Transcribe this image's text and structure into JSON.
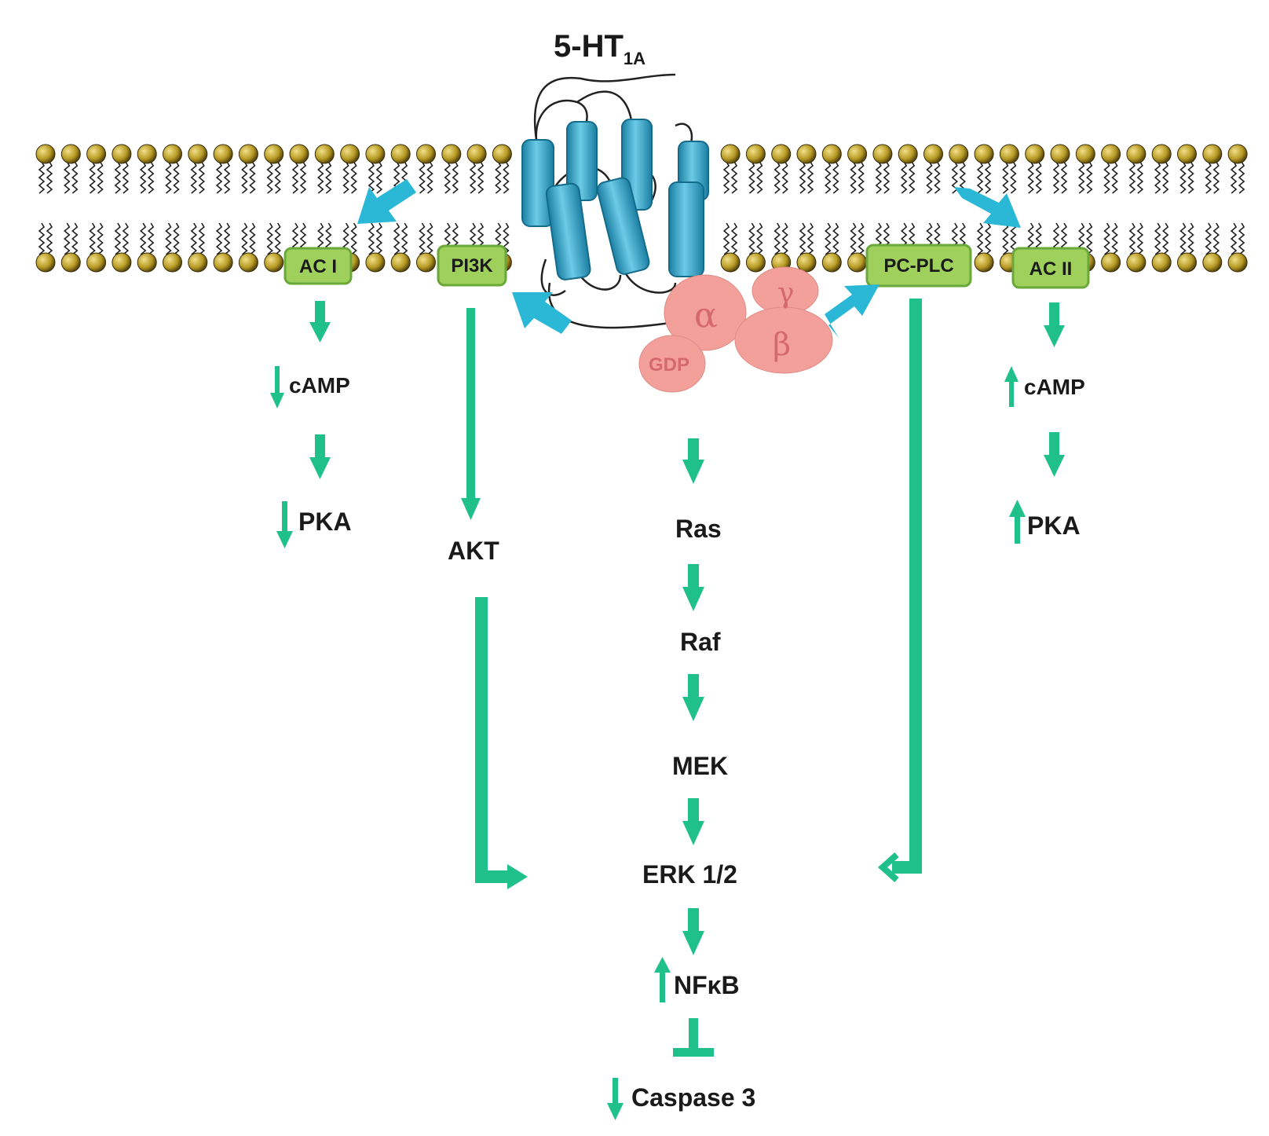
{
  "receptor": {
    "name": "5-HT",
    "subscript": "1A"
  },
  "effectors": {
    "ac1": "AC I",
    "pi3k": "PI3K",
    "pcplc": "PC-PLC",
    "ac2": "AC II"
  },
  "g_protein": {
    "alpha": "α",
    "beta": "β",
    "gamma": "γ",
    "gdp": "GDP"
  },
  "left_pathway": {
    "camp": "cAMP",
    "pka": "PKA",
    "camp_direction": "down",
    "pka_direction": "down"
  },
  "akt_pathway": {
    "akt": "AKT"
  },
  "mapk_pathway": {
    "ras": "Ras",
    "raf": "Raf",
    "mek": "MEK",
    "erk": "ERK 1/2",
    "nfkb": "NFκB",
    "caspase": "Caspase 3",
    "nfkb_direction": "up",
    "caspase_direction": "down"
  },
  "right_pathway": {
    "camp": "cAMP",
    "pka": "PKA",
    "camp_direction": "up",
    "pka_direction": "up"
  },
  "colors": {
    "arrow_green": "#1fc08a",
    "receptor_blue": "#2ea3c9",
    "activation_arrow": "#2bb8d6",
    "effector_box": "#9fd05c",
    "effector_border": "#6aa83a",
    "g_protein": "#f3a09b",
    "lipid_head": "#b79a24"
  }
}
